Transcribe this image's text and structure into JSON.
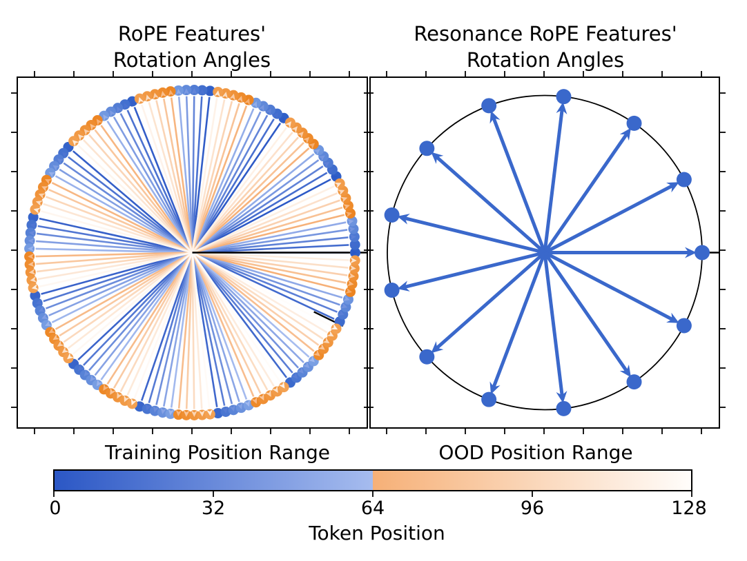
{
  "figure": {
    "kind": "matplotlib-style figure, two polar quiver subplots with shared colorbar",
    "background": "#ffffff"
  },
  "titles": {
    "left_line1": "RoPE Features'",
    "left_line2": "Rotation Angles",
    "right_line1": "Resonance RoPE Features'",
    "right_line2": "Rotation Angles"
  },
  "labels": {
    "training_range": "Training Position Range",
    "ood_range": "OOD Position Range",
    "colorbar_title": "Token Position"
  },
  "colorbar": {
    "tick_labels": [
      "0",
      "32",
      "64",
      "96",
      "128"
    ],
    "tick_values": [
      0,
      32,
      64,
      96,
      128
    ],
    "min": 0,
    "max": 128,
    "training_boundary": 64,
    "blue_segment_range": [
      0,
      64
    ],
    "orange_segment_range": [
      64,
      128
    ]
  },
  "colors": {
    "cmap_blue_start": "#2b57c5",
    "cmap_blue_end": "#a6bcef",
    "cmap_orange_start": "#f6b077",
    "cmap_orange_end": "#fffdfb",
    "dot_blue_start": "#2e5ec7",
    "dot_blue_end": "#7ba0e3",
    "dot_orange_start": "#ec8420",
    "dot_orange_end": "#f3a254",
    "resonance_arrow_blue": "#3a68cb",
    "reference_black": "#000000",
    "spine_black": "#000000"
  },
  "chart_data": [
    {
      "type": "quiver",
      "subplot": "left",
      "title": "RoPE Features' Rotation Angles",
      "description": "Unit arrows from origin; angle(p) = p * (360/12.9) deg mod 360 for token positions p = 0..128; arrow/line color mapped to token position (blue gradient for 0-63 training range, orange-to-white gradient for 64-128 OOD range); rim scatter dots blue for p<64, orange for p>=64; black reference arrow at angle 0 extending to axes edge; second black arrow near -26 deg",
      "positions_start": 0,
      "positions_end": 128,
      "n_positions": 129,
      "wavelength_tokens": 12.9,
      "angle_step_deg": 27.907,
      "training_cutoff": 64,
      "reference_angle_deg": 0,
      "secondary_black_arrow_angle_deg": -26,
      "axes_ticks": "unlabeled ticks on all four spines",
      "legend": "none"
    },
    {
      "type": "quiver",
      "subplot": "right",
      "title": "Resonance RoPE Features' Rotation Angles",
      "description": "Rounded integer wavelength 13 makes rotation angles repeat exactly: 13 unique unit arrows at multiples of 360/13 deg, all solid blue with dot tips on a thin black unit circle; black reference line at angle 0 extending to axes edge",
      "positions_start": 0,
      "positions_end": 128,
      "n_unique_angles": 13,
      "wavelength_tokens": 13,
      "angle_step_deg": 27.692,
      "reference_angle_deg": 0,
      "axes_ticks": "unlabeled ticks on all four spines",
      "legend": "none"
    }
  ]
}
